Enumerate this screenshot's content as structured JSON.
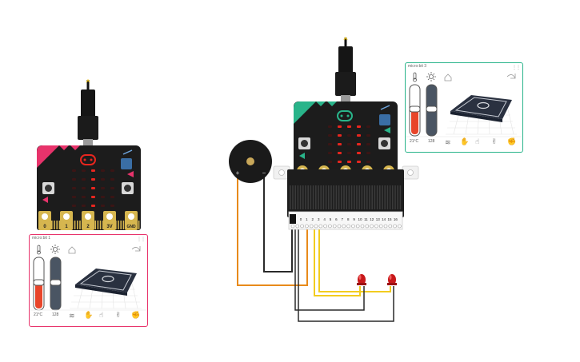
{
  "microbit1": {
    "panel_title": "micro:bit 1",
    "temperature": "21°C",
    "light": "128",
    "pins": [
      "0",
      "1",
      "2",
      "3V",
      "GND"
    ],
    "accent": "#e8336b"
  },
  "microbit3": {
    "panel_title": "micro:bit 3",
    "temperature": "21°C",
    "light": "128",
    "accent": "#29b48a"
  },
  "edge_connector": {
    "pin_labels": [
      "0",
      "1",
      "2",
      "3",
      "4",
      "5",
      "6",
      "7",
      "8",
      "9",
      "10",
      "11",
      "12",
      "13",
      "14",
      "15",
      "16"
    ]
  },
  "buzzer": {
    "plus": "+",
    "minus": "−"
  },
  "icons": {
    "thermometer": "thermometer-icon",
    "light": "sun-icon",
    "home": "home-icon",
    "rotate": "rotate-icon",
    "gestures": [
      "shake-gesture-icon",
      "tilt-left-gesture-icon",
      "tilt-right-gesture-icon",
      "tilt-forward-gesture-icon",
      "freefall-gesture-icon"
    ]
  },
  "colors": {
    "led_red": "#e8261f",
    "wire_orange": "#e88a1a",
    "wire_yellow": "#f2cc1f",
    "wire_black": "#2a2a2a",
    "board": "#1c1c1c",
    "gold": "#d6b64f"
  }
}
